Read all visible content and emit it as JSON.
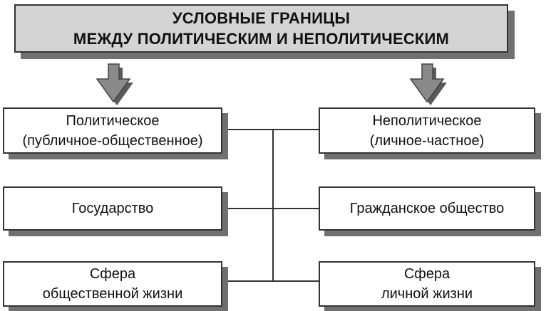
{
  "title": {
    "line1": "УСЛОВНЫЕ ГРАНИЦЫ",
    "line2": "МЕЖДУ ПОЛИТИЧЕСКИМ И НЕПОЛИТИЧЕСКИМ"
  },
  "left": {
    "items": [
      {
        "line1": "Политическое",
        "line2": "(публичное-общественное)"
      },
      {
        "line1": "Государство",
        "line2": ""
      },
      {
        "line1": "Сфера",
        "line2": "общественной жизни"
      }
    ]
  },
  "right": {
    "items": [
      {
        "line1": "Неполитическое",
        "line2": "(личное-частное)"
      },
      {
        "line1": "Гражданское общество",
        "line2": ""
      },
      {
        "line1": "Сфера",
        "line2": "личной жизни"
      }
    ]
  },
  "colors": {
    "title_fill": "#d4d4d4",
    "arrow_fill": "#8a8a8a",
    "shadow": "#707070",
    "line": "#333333"
  }
}
